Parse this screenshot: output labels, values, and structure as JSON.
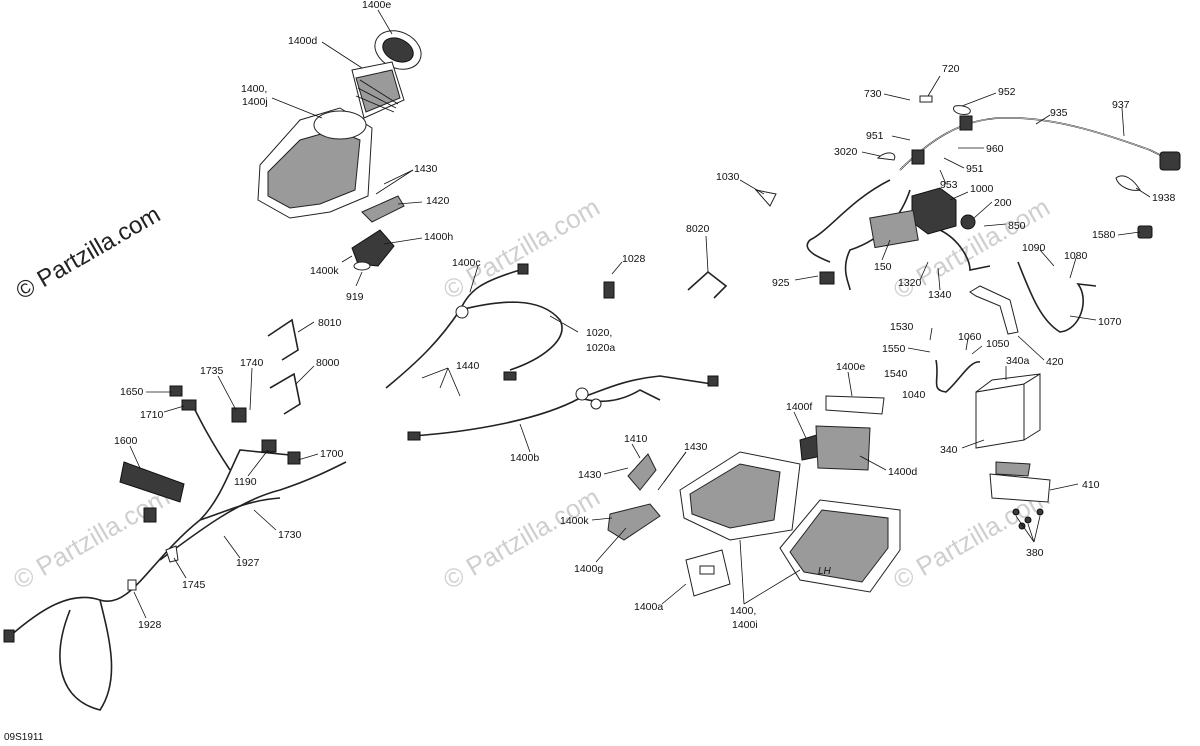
{
  "watermark": {
    "main": "© Partzilla.com",
    "faint": "© Partzilla.com"
  },
  "reference_code": "09S1911",
  "callouts": {
    "c1400e_top": "1400e",
    "c1400d_top": "1400d",
    "c1400_top": "1400,",
    "c1400j": "1400j",
    "c1430_top": "1430",
    "c1420": "1420",
    "c1400h": "1400h",
    "c1400k_top": "1400k",
    "c919": "919",
    "c720": "720",
    "c730": "730",
    "c952": "952",
    "c935": "935",
    "c937": "937",
    "c951a": "951",
    "c960": "960",
    "c3020": "3020",
    "c951b": "951",
    "c953": "953",
    "c1000": "1000",
    "c1938": "1938",
    "c1030": "1030",
    "c200": "200",
    "c850": "850",
    "c1580": "1580",
    "c8020": "8020",
    "c1028": "1028",
    "c1400c": "1400c",
    "c150": "150",
    "c1090": "1090",
    "c1080": "1080",
    "c925": "925",
    "c1320": "1320",
    "c1340": "1340",
    "c1020": "1020,",
    "c1020a": "1020a",
    "c8010": "8010",
    "c1070": "1070",
    "c1530": "1530",
    "c1060": "1060",
    "c1550": "1550",
    "c1050": "1050",
    "c1440": "1440",
    "c1740": "1740",
    "c1735": "1735",
    "c8000": "8000",
    "c1540": "1540",
    "c340a": "340a",
    "c420": "420",
    "c1650": "1650",
    "c1710": "1710",
    "c1040": "1040",
    "c1400e_mid": "1400e",
    "c1400f": "1400f",
    "c1600": "1600",
    "c1410": "1410",
    "c1430_mid_r": "1430",
    "c1700": "1700",
    "c1190": "1190",
    "c1400b": "1400b",
    "c1430_mid_l": "1430",
    "c340": "340",
    "c1400d_mid": "1400d",
    "c410": "410",
    "c1730": "1730",
    "c1400k_mid": "1400k",
    "c1927": "1927",
    "c1400g": "1400g",
    "c380": "380",
    "c1745": "1745",
    "c1400a": "1400a",
    "c1928": "1928",
    "c1400_bot": "1400,",
    "c1400i": "1400i"
  },
  "decal_text": "LH"
}
